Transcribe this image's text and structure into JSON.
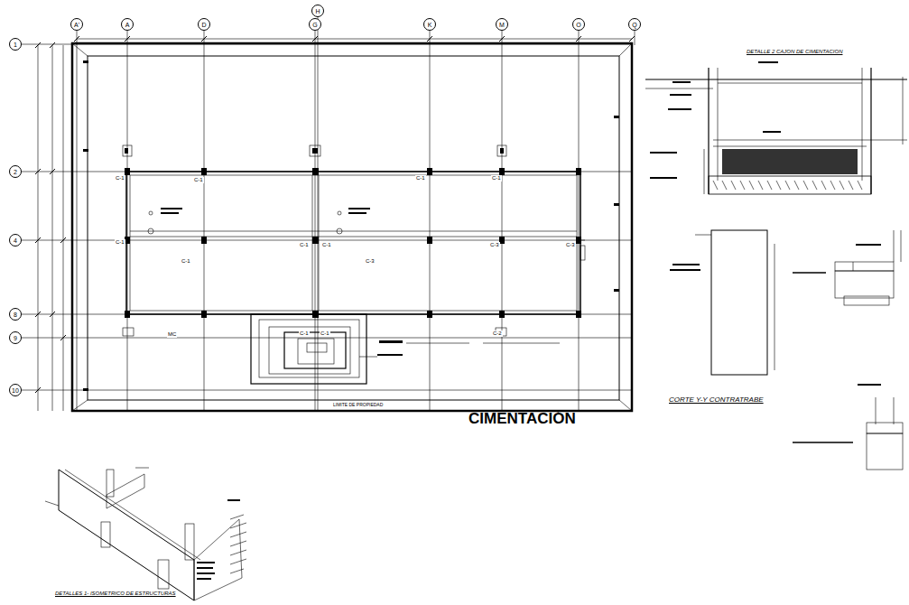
{
  "diagram": {
    "title": "CIMENTACIÓN",
    "nodes": [
      {
        "text": [
          "A'"
        ]
      },
      {
        "text": [
          "A"
        ]
      },
      {
        "text": [
          "D"
        ]
      },
      {
        "text": [
          "G"
        ]
      },
      {
        "text": [
          "H"
        ]
      },
      {
        "text": [
          "K"
        ]
      },
      {
        "text": [
          "M"
        ]
      },
      {
        "text": [
          "O"
        ]
      },
      {
        "text": [
          "Q"
        ]
      },
      {
        "text": [
          "1"
        ]
      },
      {
        "text": [
          "2"
        ]
      },
      {
        "text": [
          "4"
        ]
      },
      {
        "text": [
          "8"
        ]
      },
      {
        "text": [
          "9"
        ]
      },
      {
        "text": [
          "10"
        ]
      }
    ],
    "labels": [
      "DETALLE 2 CAJON DE CIMENTACION",
      "CORTE Y-Y CONTRATRABE",
      "DETALLES 1- ISOMETRICO DE ESTRUCTURAS",
      "LIMITE DE PROPIEDAD",
      "C-1",
      "C-1",
      "C-1",
      "C-1",
      "C-1",
      "C-1",
      "C-1",
      "C-1",
      "C-3",
      "C-3",
      "C-3",
      "MC",
      "C-1",
      "C-1",
      "C-2"
    ]
  }
}
